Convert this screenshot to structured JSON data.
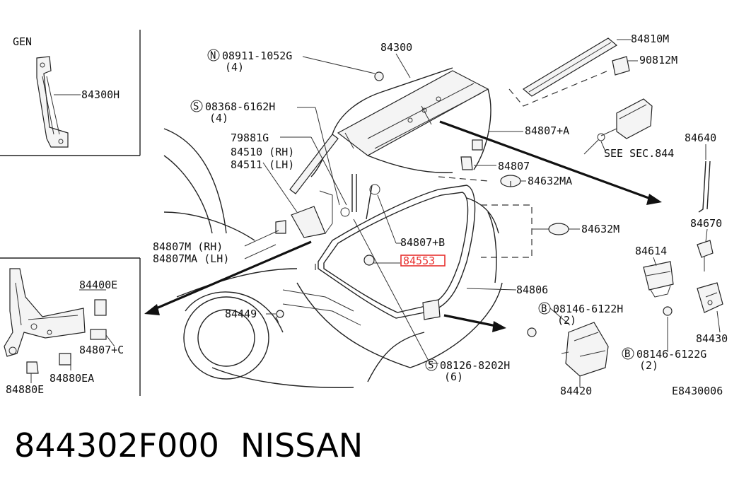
{
  "diagram": {
    "inset_tl_title": "GEN",
    "inset_tl_part": "84300H",
    "labels": {
      "n_bolt": "08911-1052G",
      "n_bolt_qty": "(4)",
      "trunk_lid": "84300",
      "s_screw": "08368-6162H",
      "s_screw_qty": "(4)",
      "hinge_a": "79881G",
      "hinge_rh": "84510 (RH)",
      "hinge_lh": "84511 (LH)",
      "garnish": "84810M",
      "clip": "90812M",
      "bumper_a": "84807+A",
      "see_sec": "SEE SEC.844",
      "bumper": "84807",
      "rod": "84640",
      "plug_ma": "84632MA",
      "plug_m": "84632M",
      "rod_clip": "84670",
      "bumper_b": "84807+B",
      "highlight_part": "84553",
      "stopper_rh": "84807M (RH)",
      "stopper_lh": "84807MA (LH)",
      "cylinder": "84614",
      "weatherstrip": "84806",
      "b_bolt1": "08146-6122H",
      "b_bolt1_qty": "(2)",
      "b_bolt2": "08146-6122G",
      "b_bolt2_qty": "(2)",
      "striker": "84430",
      "grommet": "84449",
      "s_bolt": "08126-8202H",
      "s_bolt_qty": "(6)",
      "lock": "84420",
      "diagram_code": "E8430006"
    },
    "inset_bl": {
      "part1": "84400E",
      "part2": "84807+C",
      "part3": "84880EA",
      "part4": "84880E"
    }
  },
  "caption": {
    "part_number": "844302F000",
    "brand": "NISSAN"
  },
  "colors": {
    "highlight": "#e8312f",
    "line": "#222222"
  }
}
